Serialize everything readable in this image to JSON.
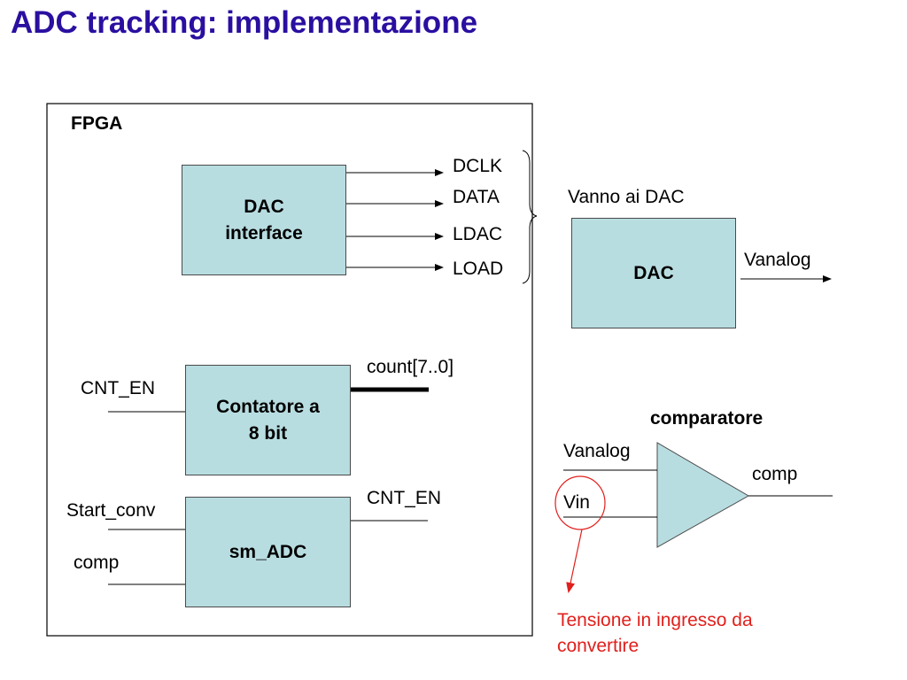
{
  "slide": {
    "title": "ADC tracking: implementazione",
    "fpga": {
      "label": "FPGA"
    },
    "dac_interface": {
      "label": "DAC\ninterface",
      "outputs": [
        "DCLK",
        "DATA",
        "LDAC",
        "LOAD"
      ]
    },
    "contatore": {
      "label": "Contatore a\n8 bit",
      "input": "CNT_EN",
      "output": "count[7..0]"
    },
    "sm_adc": {
      "label": "sm_ADC",
      "inputs": [
        "Start_conv",
        "comp"
      ],
      "output": "CNT_EN"
    },
    "dac": {
      "label": "DAC",
      "input_note": "Vanno ai DAC",
      "output": "Vanalog"
    },
    "comparatore": {
      "label": "comparatore",
      "inputs": [
        "Vanalog",
        "Vin"
      ],
      "output": "comp"
    },
    "annotation": {
      "text": "Tensione in ingresso da\nconvertire",
      "color": "#e0201c"
    },
    "colors": {
      "title": "#2a0fa0",
      "block_fill": "#b8dde1",
      "annotation": "#e0201c"
    }
  }
}
